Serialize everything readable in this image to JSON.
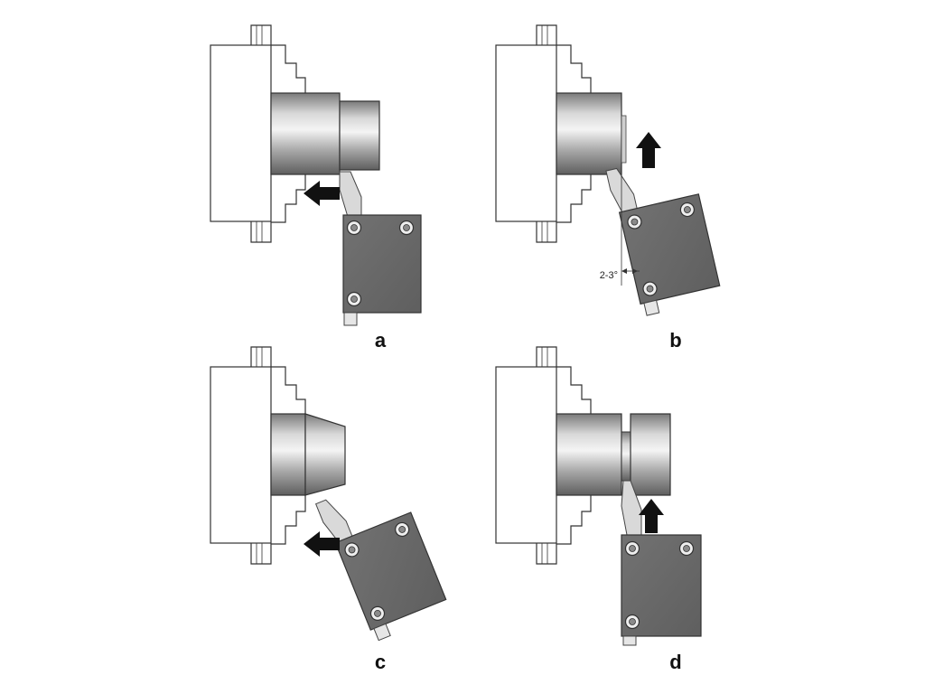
{
  "panels": [
    {
      "id": "a",
      "label": "a",
      "arrow": "left-arrow"
    },
    {
      "id": "b",
      "label": "b",
      "arrow": "up-arrow",
      "angle_label": "2-3°"
    },
    {
      "id": "c",
      "label": "c",
      "arrow": "left-arrow"
    },
    {
      "id": "d",
      "label": "d",
      "arrow": "up-arrow"
    }
  ],
  "colors": {
    "workpiece_light": "#f2f2f2",
    "workpiece_mid": "#b0b0b0",
    "workpiece_dark": "#6e6e6e",
    "tool_body": "#6a6a6a",
    "arrow": "#111111"
  }
}
